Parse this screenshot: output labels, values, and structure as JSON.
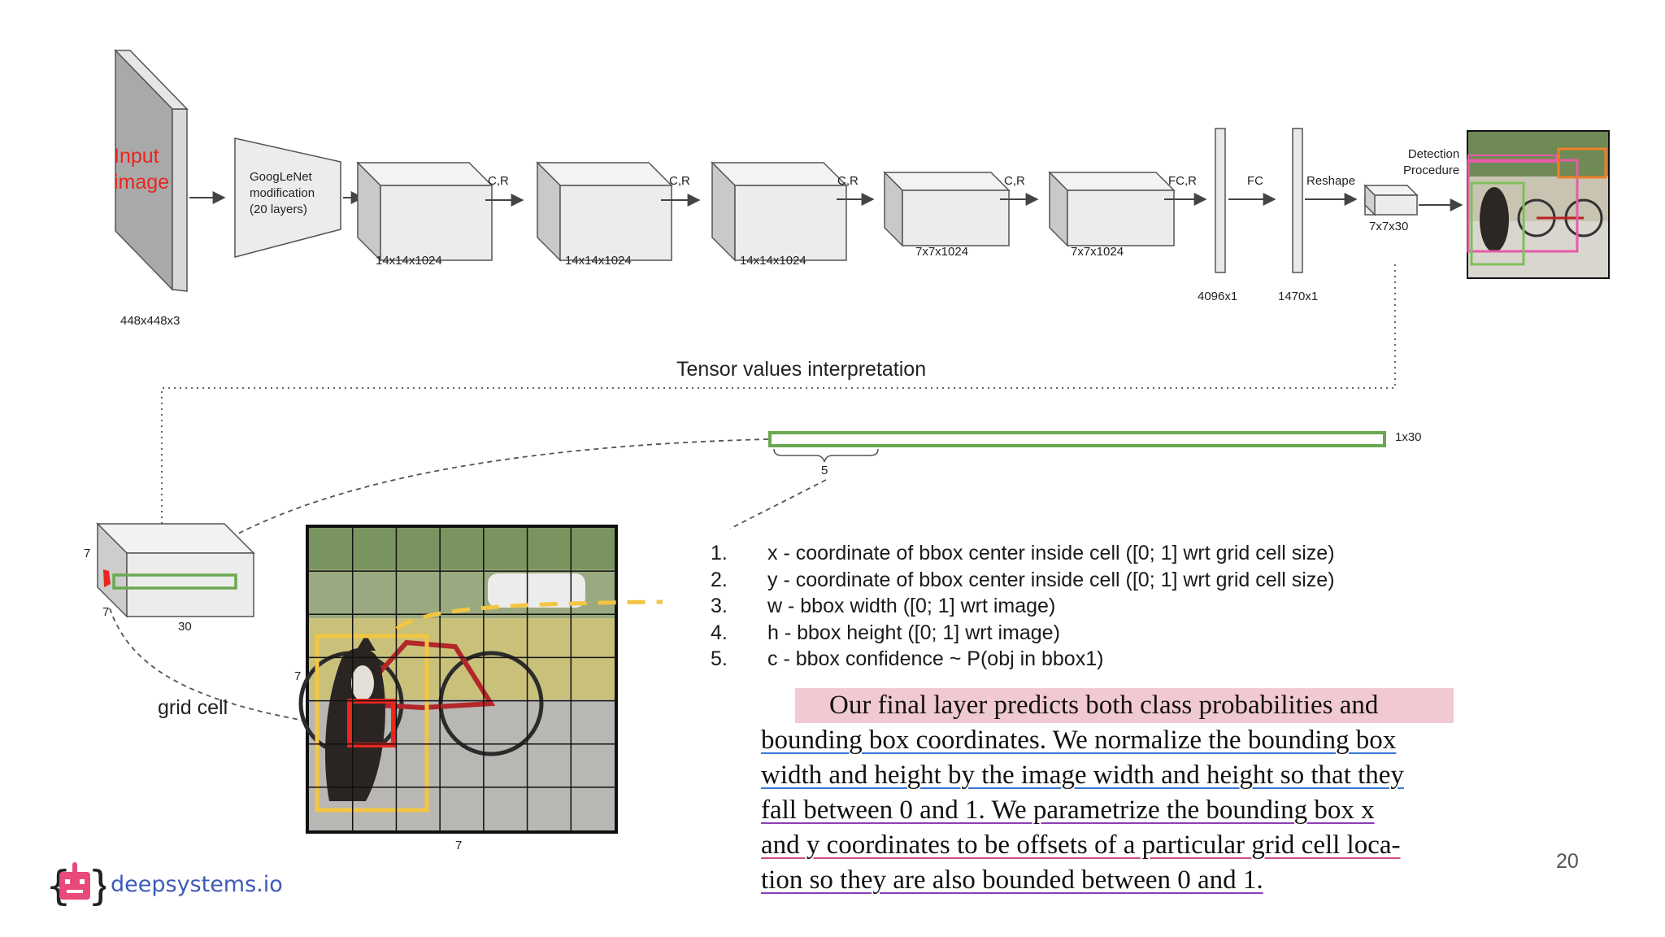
{
  "network": {
    "input_label": [
      "Input",
      "image"
    ],
    "input_dims": "448x448x3",
    "googlenet_label": [
      "GoogLeNet",
      "modification",
      "(20 layers)"
    ],
    "ops": [
      "C,R",
      "C,R",
      "C,R",
      "C,R",
      "FC,R",
      "FC",
      "Reshape"
    ],
    "block_dims": [
      "14x14x1024",
      "14x14x1024",
      "14x14x1024",
      "7x7x1024",
      "7x7x1024"
    ],
    "fc_dims": [
      "4096x1",
      "1470x1"
    ],
    "reshape_dims": "7x7x30",
    "detection_label": [
      "Detection",
      "Procedure"
    ]
  },
  "interpretation": {
    "title": "Tensor values interpretation",
    "vector_label": "1x30",
    "brace_label": "5",
    "cube_dims": [
      "7",
      "7",
      "30"
    ],
    "grid_dims": [
      "7",
      "7"
    ],
    "grid_cell_label": "grid cell"
  },
  "list": [
    {
      "num": "1.",
      "text": "x - coordinate of bbox center inside cell ([0; 1] wrt grid cell size)"
    },
    {
      "num": "2.",
      "text": "y - coordinate of bbox center inside cell ([0; 1] wrt grid cell size)"
    },
    {
      "num": "3.",
      "text": "w - bbox width ([0; 1] wrt image)"
    },
    {
      "num": "4.",
      "text": "h - bbox height ([0; 1] wrt image)"
    },
    {
      "num": "5.",
      "text": "c - bbox confidence ~ P(obj in bbox1)"
    }
  ],
  "paragraph": [
    "Our final layer predicts both class probabilities and",
    "bounding box coordinates. We normalize the bounding box",
    "width and height by the image width and height so that they",
    "fall between 0 and 1. We parametrize the bounding box x",
    "and y coordinates to be offsets of a particular grid cell loca-",
    "tion so they are also bounded between 0 and 1."
  ],
  "footer": {
    "brand": "deepsystems.io",
    "page_number": "20"
  },
  "colors": {
    "red": "#e8261f",
    "green": "#6aa84f",
    "yellow": "#f4c542",
    "pink_highlight": "#f1c9d3",
    "brand_blue": "#3c5bb8"
  }
}
